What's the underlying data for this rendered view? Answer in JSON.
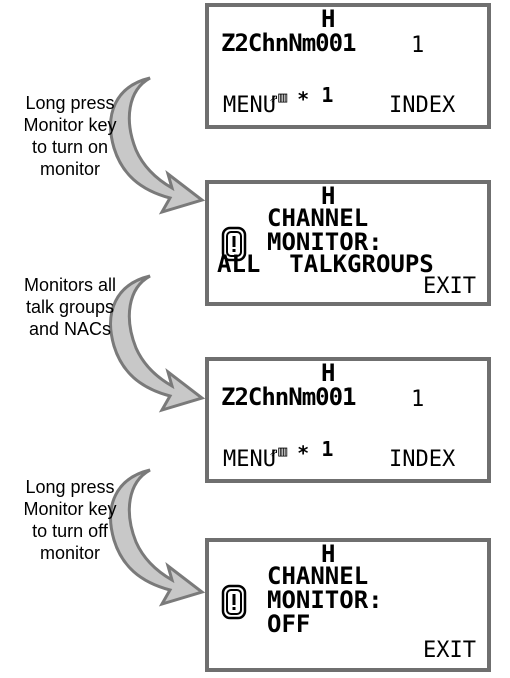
{
  "captions": [
    {
      "lines": [
        "Long press",
        "Monitor key",
        "to turn on",
        "monitor"
      ]
    },
    {
      "lines": [
        "Monitors all",
        "talk groups",
        "and NACs"
      ]
    },
    {
      "lines": [
        "Long press",
        "Monitor key",
        "to turn off",
        "monitor"
      ]
    }
  ],
  "screens": [
    {
      "type": "home",
      "top_indicator": "H",
      "channel_name": "Z2ChnNm001",
      "channel_number": "1",
      "status_text": "∗ 1",
      "soft_left": "MENU",
      "soft_right": "INDEX"
    },
    {
      "type": "monitor",
      "top_indicator": "H",
      "line1": "CHANNEL",
      "line2": "MONITOR:",
      "line3": "ALL  TALKGROUPS",
      "soft_right": "EXIT"
    },
    {
      "type": "home",
      "top_indicator": "H",
      "channel_name": "Z2ChnNm001",
      "channel_number": "1",
      "status_text": "∗ 1",
      "soft_left": "MENU",
      "soft_right": "INDEX"
    },
    {
      "type": "monitor",
      "top_indicator": "H",
      "line1": "CHANNEL",
      "line2": "MONITOR:",
      "line3": "OFF",
      "soft_right": "EXIT"
    }
  ],
  "colors": {
    "arrow_fill": "#c8c8c8",
    "arrow_stroke": "#7a7a7a",
    "screen_border": "#6f6f6f"
  },
  "icons": [
    "signal-strength-icon",
    "monitor-alert-icon",
    "curved-arrow-icon"
  ]
}
